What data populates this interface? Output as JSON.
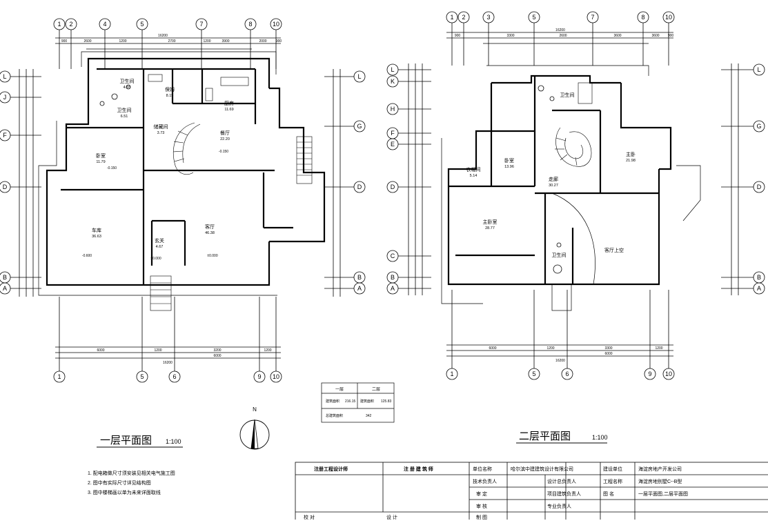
{
  "plan1": {
    "title": "一层平面图",
    "scale": "1:100",
    "top_axes": [
      "1",
      "2",
      "4",
      "5",
      "7",
      "8",
      "10"
    ],
    "bottom_axes": [
      "1",
      "5",
      "6",
      "9",
      "10"
    ],
    "left_axes": [
      "L",
      "J",
      "F",
      "D",
      "B",
      "A"
    ],
    "right_axes": [
      "L",
      "G",
      "D",
      "B",
      "A"
    ],
    "top_total": "16200",
    "top_dims": [
      "900",
      "2600",
      "1200",
      "2700",
      "1200",
      "3900",
      "2000",
      "900"
    ],
    "bottom_total": "16200",
    "bottom_dims": [
      "6000",
      "1200",
      "3200",
      "6000",
      "1200"
    ],
    "rooms": [
      {
        "name": "卫生间",
        "area": "4.55"
      },
      {
        "name": "卫生间",
        "area": "6.51"
      },
      {
        "name": "保姆",
        "area": "8.15"
      },
      {
        "name": "厨房",
        "area": "11.69"
      },
      {
        "name": "储藏间",
        "area": "3.73"
      },
      {
        "name": "卧室",
        "area": "11.79"
      },
      {
        "name": "餐厅",
        "area": "22.20"
      },
      {
        "name": "车库",
        "area": "36.63"
      },
      {
        "name": "玄关",
        "area": "4.67"
      },
      {
        "name": "客厅",
        "area": "46.38"
      }
    ],
    "levels": [
      "±0.000",
      "-0.600",
      "±0.000",
      "-0.150",
      "-0.150"
    ]
  },
  "plan2": {
    "title": "二层平面图",
    "scale": "1:100",
    "top_axes": [
      "1",
      "2",
      "3",
      "5",
      "7",
      "8",
      "10"
    ],
    "bottom_axes": [
      "1",
      "5",
      "6",
      "9",
      "10"
    ],
    "left_axes": [
      "L",
      "K",
      "H",
      "F",
      "E",
      "D",
      "C",
      "B",
      "A"
    ],
    "right_axes": [
      "L",
      "G",
      "D",
      "B",
      "A"
    ],
    "top_total": "16200",
    "top_dims": [
      "900",
      "3300",
      "2600",
      "3600",
      "3600",
      "900"
    ],
    "bottom_total": "16200",
    "bottom_dims": [
      "6000",
      "1200",
      "3300",
      "6000",
      "1200"
    ],
    "rooms": [
      {
        "name": "卫生间",
        "area": ""
      },
      {
        "name": "主卧",
        "area": "21.98"
      },
      {
        "name": "卧室",
        "area": "13.96"
      },
      {
        "name": "衣帽间",
        "area": "5.14"
      },
      {
        "name": "走廊",
        "area": "30.27"
      },
      {
        "name": "主卧室",
        "area": "28.77"
      },
      {
        "name": "客厅上空",
        "area": ""
      },
      {
        "name": "卫生间",
        "area": ""
      }
    ]
  },
  "area_table": {
    "col1": "一层",
    "col2": "二层",
    "row1": [
      "建筑面积",
      "216.15",
      "建筑面积",
      "125.83"
    ],
    "row2": [
      "总建筑面积",
      "",
      "",
      "342"
    ]
  },
  "compass": {
    "north": "N"
  },
  "notes": [
    "1. 配电箱做尺寸须安装见相关电气施工图",
    "2. 图中有实际尺寸详见结构图",
    "3. 图中楼梯画以单为未来详面取线"
  ],
  "title_block": {
    "cells": [
      "注册工程设计师",
      "注 册 建 筑 师",
      "单位名称",
      "哈尔滨中建建筑设计有限公司",
      "建设单位",
      "海淀房地产开发公司",
      "技术负责人",
      "设计总负责人",
      "工程名称",
      "海淀房地别墅C--B型",
      "审 定",
      "项目建筑负责人",
      "图 名",
      "一层平面图,二层平面图",
      "审 核",
      "专业负责人",
      "校 对",
      "设 计",
      "制 图"
    ]
  }
}
